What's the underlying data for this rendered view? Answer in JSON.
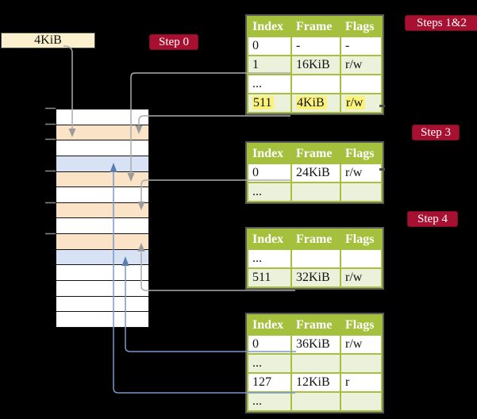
{
  "colors": {
    "background": "#000000",
    "badge_red": "#a81031",
    "table_header_green": "#a4c03c",
    "table_row_green": "#ebf1da",
    "highlight_yellow": "#fbf27b",
    "memory_orange": "#fbe3c8",
    "memory_blue": "#d7e3f4",
    "size_box_cream": "#faf0cd",
    "connector_gray": "#ababab",
    "connector_blue": "#7b97c6"
  },
  "size_box": {
    "label": "4KiB"
  },
  "badges": {
    "step0": "Step 0",
    "steps12": "Steps 1&2",
    "step3": "Step 3",
    "step4": "Step 4"
  },
  "memory": {
    "row_colors": [
      "white",
      "orange",
      "white",
      "blue",
      "orange",
      "white",
      "orange",
      "white",
      "orange",
      "blue",
      "white",
      "white",
      "white",
      "white"
    ]
  },
  "tables": {
    "headers": [
      "Index",
      "Frame",
      "Flags"
    ],
    "t1": {
      "rows": [
        [
          "0",
          "-",
          "-"
        ],
        [
          "1",
          "16KiB",
          "r/w"
        ],
        [
          "...",
          "",
          ""
        ],
        [
          "511",
          "4KiB",
          "r/w"
        ]
      ]
    },
    "t2": {
      "rows": [
        [
          "0",
          "24KiB",
          "r/w"
        ],
        [
          "...",
          "",
          ""
        ]
      ]
    },
    "t3": {
      "rows": [
        [
          "...",
          "",
          ""
        ],
        [
          "511",
          "32KiB",
          "r/w"
        ]
      ]
    },
    "t4": {
      "rows": [
        [
          "0",
          "36KiB",
          "r/w"
        ],
        [
          "...",
          "",
          ""
        ],
        [
          "127",
          "12KiB",
          "r"
        ],
        [
          "...",
          "",
          ""
        ]
      ]
    }
  }
}
